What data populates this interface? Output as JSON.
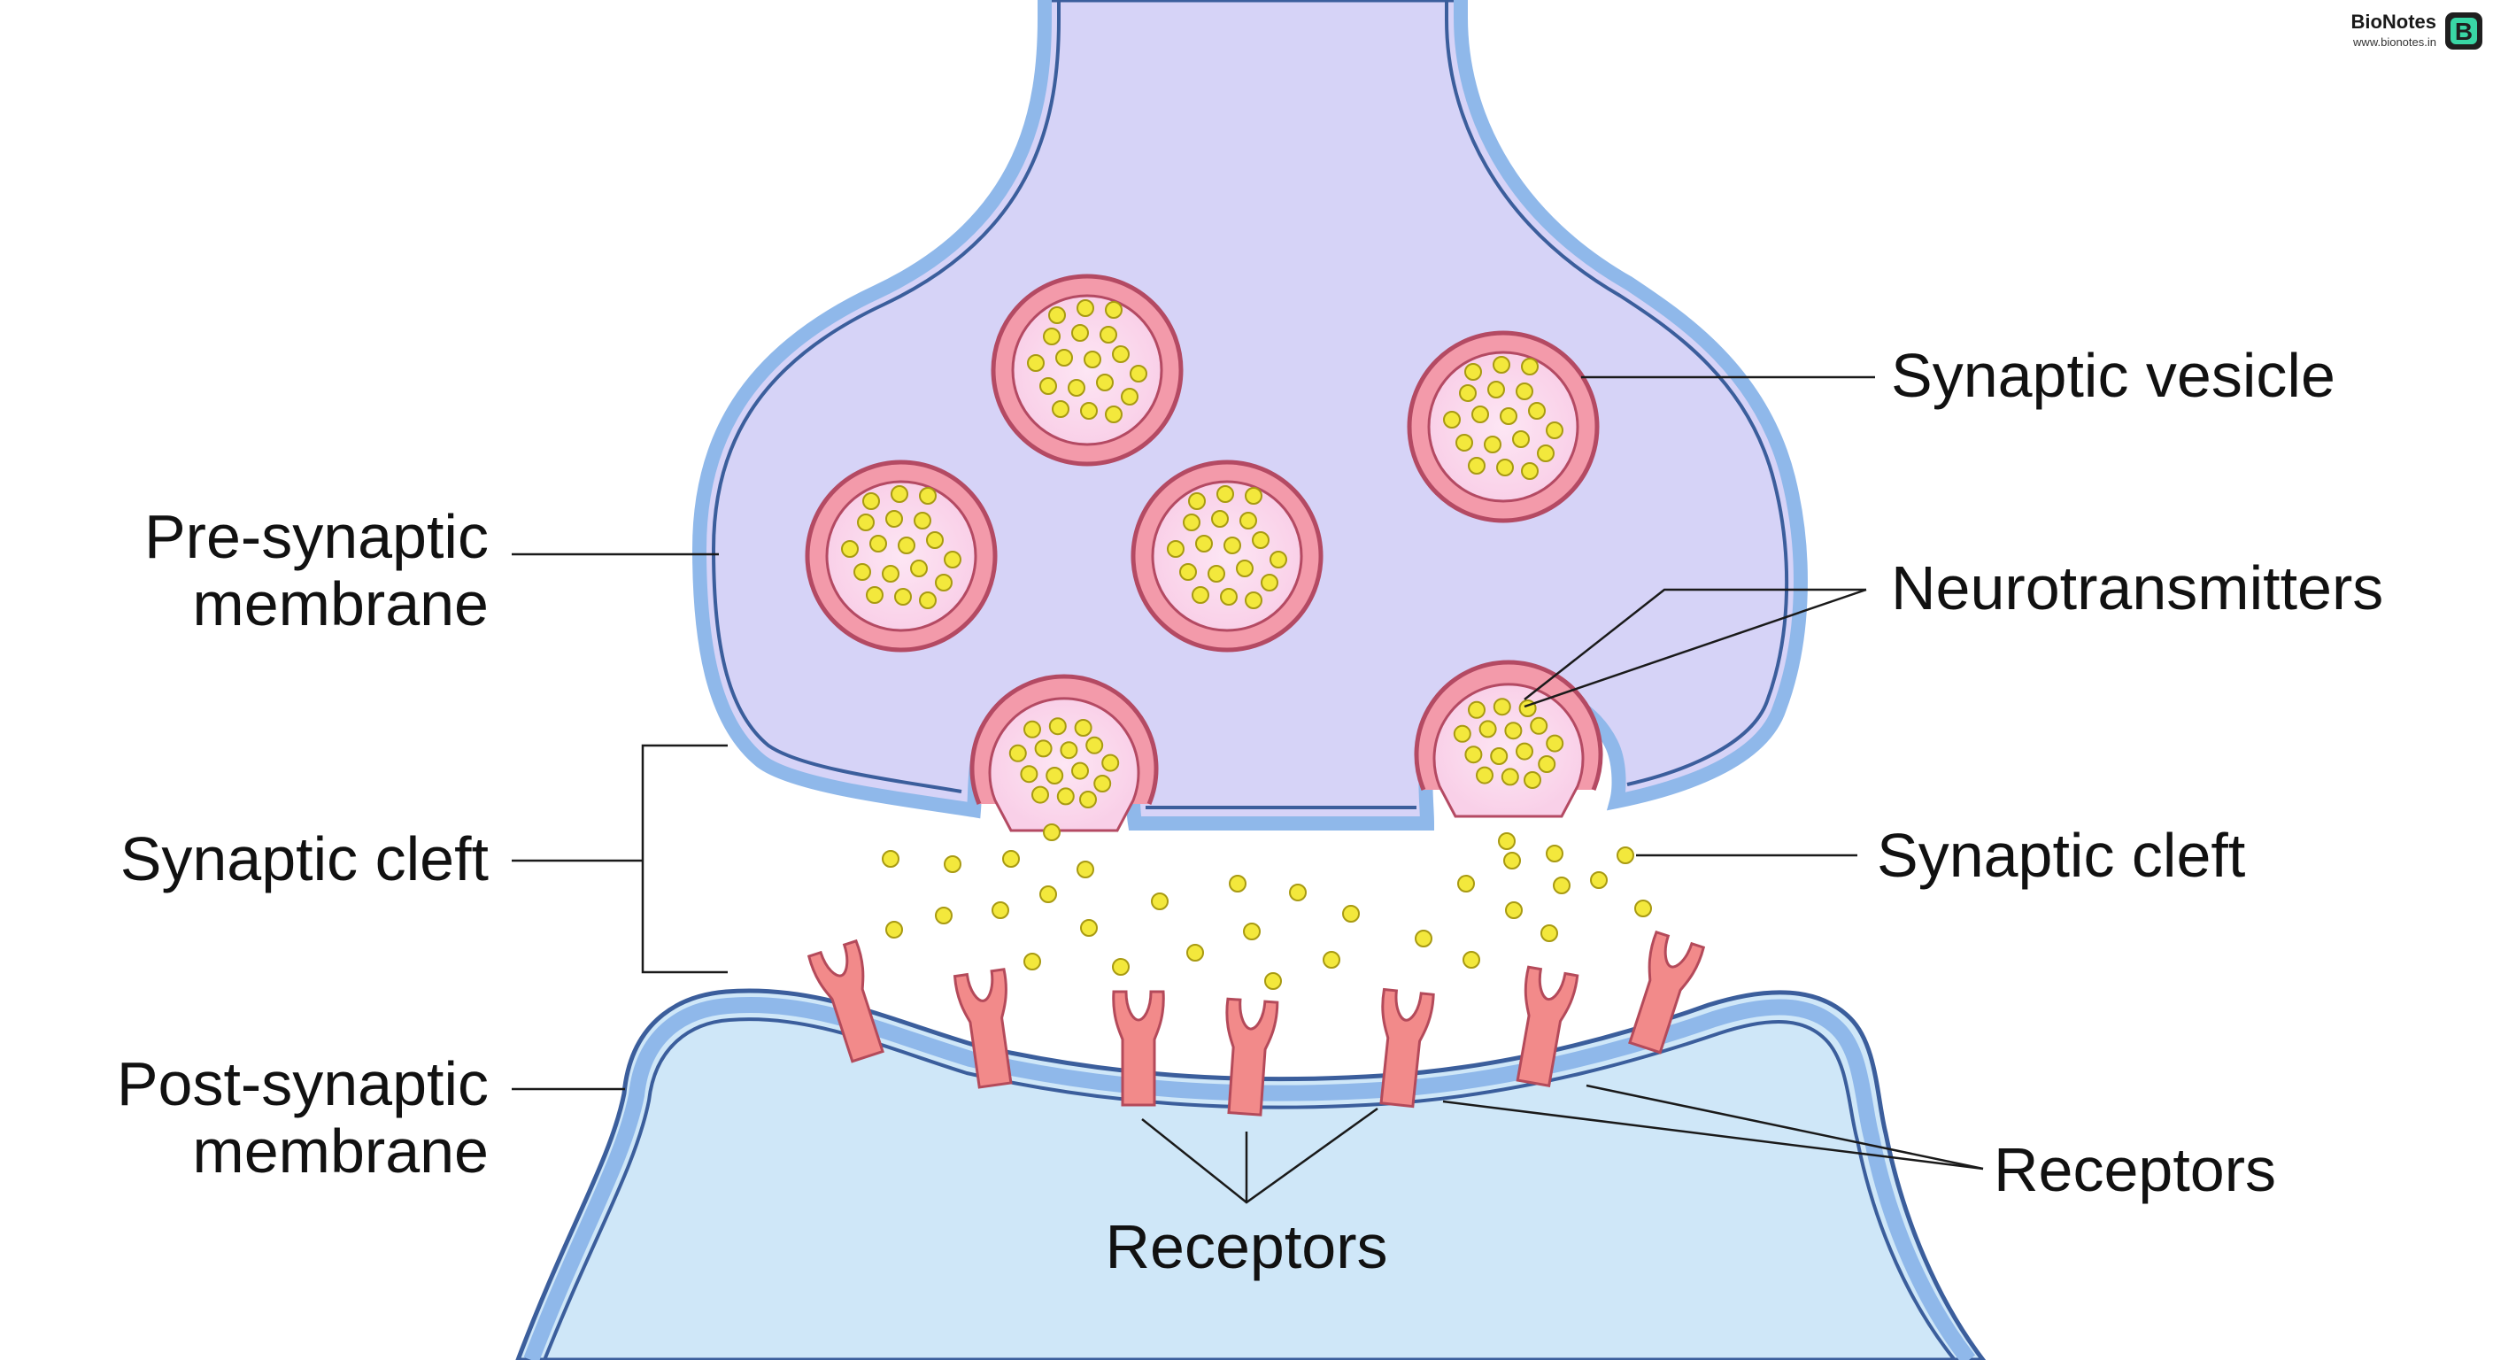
{
  "brand": {
    "name": "BioNotes",
    "url": "www.bionotes.in",
    "logo_letter": "B",
    "logo_color": "#39d6a5"
  },
  "labels": {
    "synaptic_vesicle": "Synaptic vesicle",
    "neurotransmitters": "Neurotransmitters",
    "synaptic_cleft_right": "Synaptic cleft",
    "receptors_right": "Receptors",
    "pre_synaptic_line1": "Pre-synaptic",
    "pre_synaptic_line2": "membrane",
    "synaptic_cleft_left": "Synaptic cleft",
    "post_synaptic_line1": "Post-synaptic",
    "post_synaptic_line2": "membrane",
    "receptors_bottom": "Receptors"
  },
  "colors": {
    "presynaptic_fill": "#d6d3f7",
    "postsynaptic_fill": "#cfe7f8",
    "membrane_blue": "#8fb8ea",
    "membrane_outline": "#3b5e9c",
    "vesicle_ring": "#f39aaa",
    "vesicle_outline": "#b44a63",
    "vesicle_inner": "#fbd8ee",
    "neurotransmitter": "#f3e83c",
    "neurotransmitter_outline": "#a89a12",
    "receptor": "#f28a8a",
    "receptor_outline": "#b44a5a"
  }
}
